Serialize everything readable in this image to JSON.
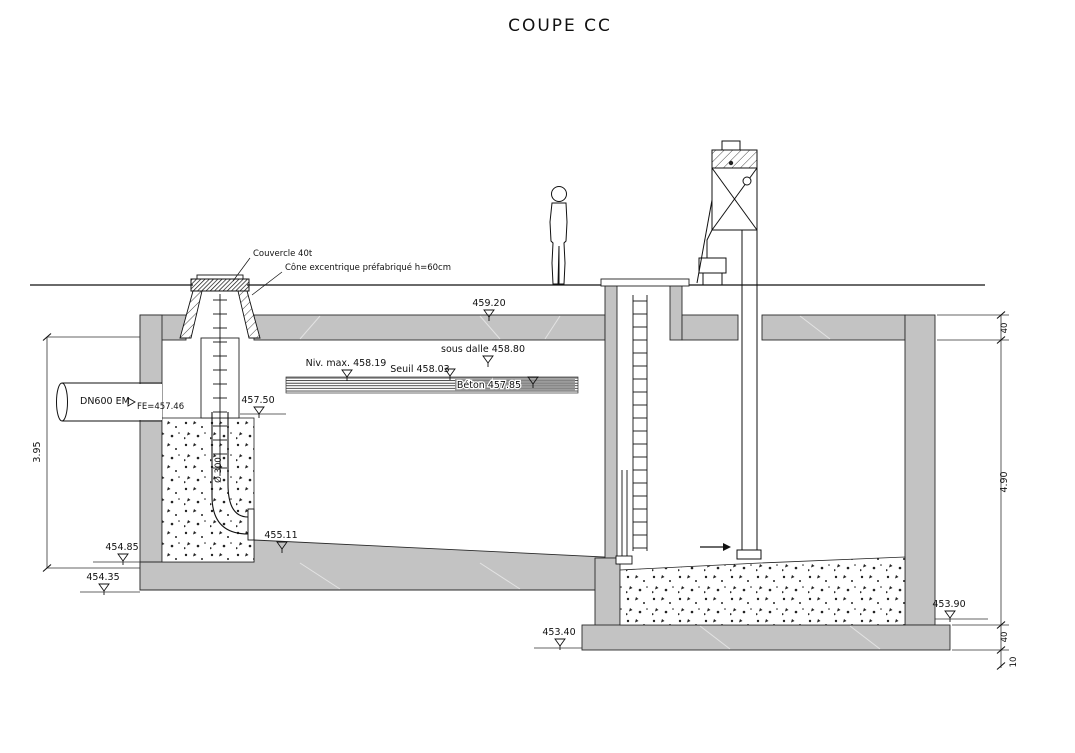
{
  "drawing": {
    "title": "COUPE CC"
  },
  "callouts": {
    "cover": "Couvercle 40t",
    "cone": "Cône excentrique préfabriqué h=60cm",
    "inlet_pipe": "DN600 EM",
    "inlet_invert": "FE=457.46",
    "riser_diameter": "Ø 300"
  },
  "levels": {
    "top_slab": "459.20",
    "under_slab": "sous dalle 458.80",
    "max_water": "Niv. max. 458.19",
    "weir": "Seuil 458.03",
    "concrete": "Béton 457.85",
    "l457_50": "457.50",
    "l455_11": "455.11",
    "l454_85": "454.85",
    "l454_35": "454.35",
    "l453_40": "453.40",
    "l453_90": "453.90"
  },
  "dimensions": {
    "left_depth": "3.95",
    "right_depth": "4.90",
    "slab_thickness": "40",
    "base_thickness": "40",
    "lean_concrete": "10"
  },
  "colors": {
    "concrete_gray": "#c3c3c3",
    "line_black": "#1a1a1a"
  }
}
